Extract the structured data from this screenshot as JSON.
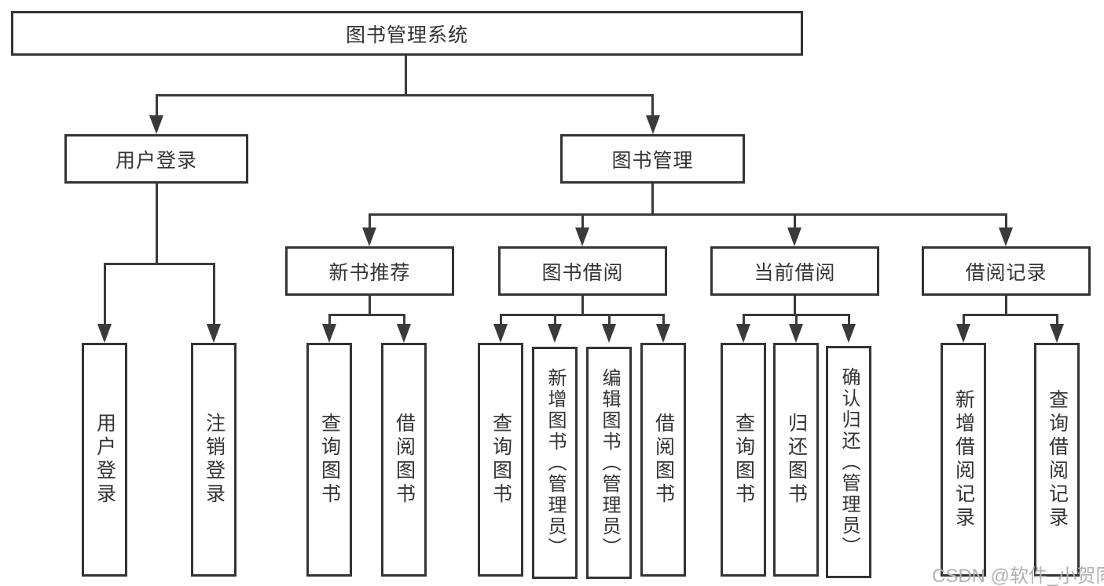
{
  "diagram": {
    "root": "图书管理系统",
    "level2": [
      "用户登录",
      "图书管理"
    ],
    "level3": [
      "新书推荐",
      "图书借阅",
      "当前借阅",
      "借阅记录"
    ],
    "leaves": {
      "user_login": [
        "用户登录",
        "注销登录"
      ],
      "new_book_recommend": [
        "查询图书",
        "借阅图书"
      ],
      "book_borrow": [
        "查询图书",
        "新增图书（管理员）",
        "编辑图书（管理员）",
        "借阅图书"
      ],
      "current_borrow": [
        "查询图书",
        "归还图书",
        "确认归还（管理员）"
      ],
      "borrow_records": [
        "新增借阅记录",
        "查询借阅记录"
      ]
    }
  },
  "watermark": "CSDN @软件_小贺同学",
  "colors": {
    "line": "#3a3a3a",
    "text": "#333333",
    "background": "#ffffff",
    "watermark": "#b2b0b0"
  }
}
